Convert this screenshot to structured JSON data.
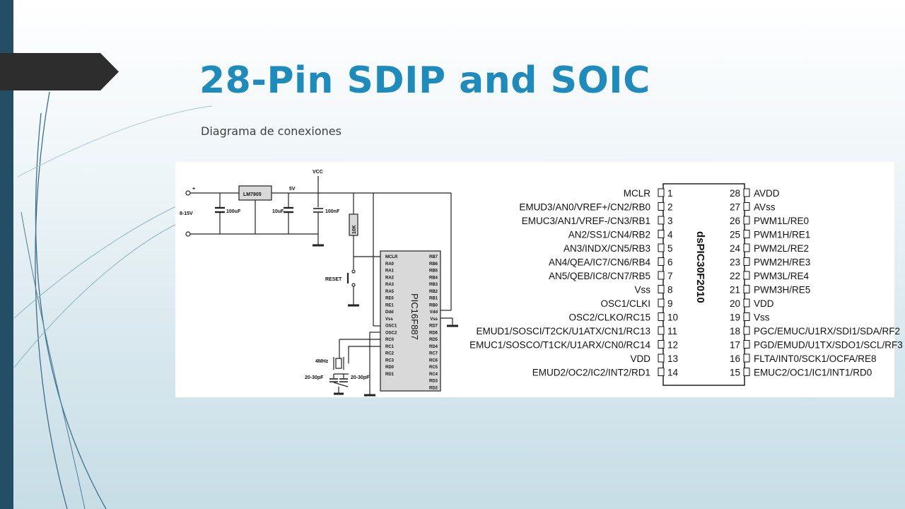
{
  "slide": {
    "title": "28-Pin SDIP and SOIC",
    "subtitle": "Diagrama de conexiones"
  },
  "colors": {
    "accent": "#1e8bbd",
    "sidebar": "#244e66",
    "tab": "#2d2d2d"
  },
  "schematic": {
    "vcc": "VCC",
    "plus": "+",
    "supply": "8-15V",
    "regulator": "LM7805",
    "five_volt": "5V",
    "c1": "100uF",
    "c2": "10uF",
    "c3": "100nF",
    "resistor": "10K",
    "reset": "RESET",
    "crystal": "4MHz",
    "cap_left": "20-30pF",
    "cap_right": "20-30pF",
    "chip": "PIC16F887",
    "left_pins": [
      "MCLR",
      "RA0",
      "RA1",
      "RA2",
      "RA3",
      "RA5",
      "RE0",
      "RE1",
      "Ddd",
      "Vss",
      "OSC1",
      "OSC2",
      "RC0",
      "RC1",
      "RC2",
      "RC3",
      "RD0",
      "RD1"
    ],
    "right_pins": [
      "RB7",
      "RB6",
      "RB5",
      "RB4",
      "RB3",
      "RB2",
      "RB1",
      "RB0",
      "Vdd",
      "Vss",
      "RD7",
      "RD6",
      "RD5",
      "RD4",
      "RC7",
      "RC6",
      "RC5",
      "RC4",
      "RD3",
      "RD2"
    ]
  },
  "pinout": {
    "chip": "dsPIC30F2010",
    "left": [
      {
        "num": "1",
        "label": "MCLR"
      },
      {
        "num": "2",
        "label": "EMUD3/AN0/VREF+/CN2/RB0"
      },
      {
        "num": "3",
        "label": "EMUC3/AN1/VREF-/CN3/RB1"
      },
      {
        "num": "4",
        "label": "AN2/SS1/CN4/RB2"
      },
      {
        "num": "5",
        "label": "AN3/INDX/CN5/RB3"
      },
      {
        "num": "6",
        "label": "AN4/QEA/IC7/CN6/RB4"
      },
      {
        "num": "7",
        "label": "AN5/QEB/IC8/CN7/RB5"
      },
      {
        "num": "8",
        "label": "Vss"
      },
      {
        "num": "9",
        "label": "OSC1/CLKI"
      },
      {
        "num": "10",
        "label": "OSC2/CLKO/RC15"
      },
      {
        "num": "11",
        "label": "EMUD1/SOSCI/T2CK/U1ATX/CN1/RC13"
      },
      {
        "num": "12",
        "label": "EMUC1/SOSCO/T1CK/U1ARX/CN0/RC14"
      },
      {
        "num": "13",
        "label": "VDD"
      },
      {
        "num": "14",
        "label": "EMUD2/OC2/IC2/INT2/RD1"
      }
    ],
    "right": [
      {
        "num": "28",
        "label": "AVDD"
      },
      {
        "num": "27",
        "label": "AVss"
      },
      {
        "num": "26",
        "label": "PWM1L/RE0"
      },
      {
        "num": "25",
        "label": "PWM1H/RE1"
      },
      {
        "num": "24",
        "label": "PWM2L/RE2"
      },
      {
        "num": "23",
        "label": "PWM2H/RE3"
      },
      {
        "num": "22",
        "label": "PWM3L/RE4"
      },
      {
        "num": "21",
        "label": "PWM3H/RE5"
      },
      {
        "num": "20",
        "label": "VDD"
      },
      {
        "num": "19",
        "label": "Vss"
      },
      {
        "num": "18",
        "label": "PGC/EMUC/U1RX/SDI1/SDA/RF2"
      },
      {
        "num": "17",
        "label": "PGD/EMUD/U1TX/SDO1/SCL/RF3"
      },
      {
        "num": "16",
        "label": "FLTA/INT0/SCK1/OCFA/RE8"
      },
      {
        "num": "15",
        "label": "EMUC2/OC1/IC1/INT1/RD0"
      }
    ]
  }
}
